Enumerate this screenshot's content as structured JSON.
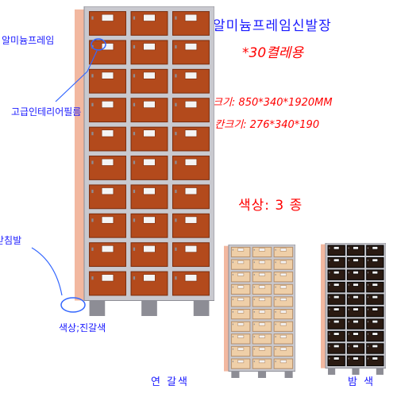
{
  "header": {
    "title": "알미늄프레임신발장",
    "subtitle": "*30켤레용",
    "size": "크기: 850*340*1920MM",
    "cell_size": "1칸크기: 276*340*190",
    "colors": "색상:  3 종"
  },
  "callouts": {
    "frame": "알미늄프레임",
    "film": "고급인테리어필름",
    "foot": "받침발",
    "color_dark_brown": "색상;진갈색"
  },
  "variants": {
    "light": "연 갈색",
    "dark": "밤  색"
  },
  "palette": {
    "frame": "#c9c9cf",
    "frame_shadow": "#8d8d95",
    "side_panel": "#f2b8a0",
    "door_main": "#b34a1c",
    "door_main_dark": "#7a2c0c",
    "door_light": "#efcfa8",
    "door_dark": "#2a1a12",
    "label_plate": "#f4f4f4",
    "callout_line": "#3366ff"
  },
  "cabinets": {
    "main": {
      "rows": 10,
      "cols": 3
    },
    "light": {
      "rows": 10,
      "cols": 3
    },
    "dark": {
      "rows": 10,
      "cols": 3
    }
  }
}
